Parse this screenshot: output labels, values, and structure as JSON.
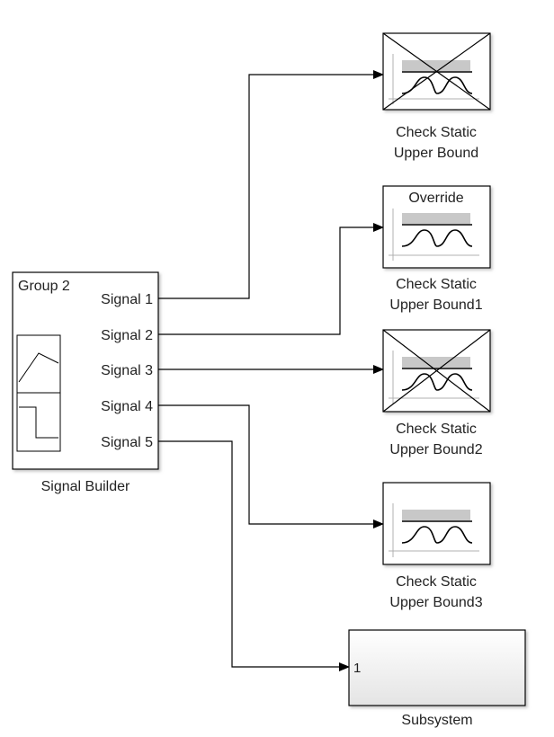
{
  "signal_builder": {
    "group_label": "Group 2",
    "ports": [
      "Signal 1",
      "Signal 2",
      "Signal 3",
      "Signal 4",
      "Signal 5"
    ],
    "name": "Signal Builder"
  },
  "check_blocks": [
    {
      "name_line1": "Check Static",
      "name_line2": "Upper Bound",
      "state": "disabled",
      "header": ""
    },
    {
      "name_line1": "Check Static",
      "name_line2": "Upper Bound1",
      "state": "override",
      "header": "Override"
    },
    {
      "name_line1": "Check Static",
      "name_line2": "Upper Bound2",
      "state": "disabled",
      "header": ""
    },
    {
      "name_line1": "Check Static",
      "name_line2": "Upper Bound3",
      "state": "normal",
      "header": ""
    }
  ],
  "subsystem": {
    "name": "Subsystem",
    "input_port_label": "1"
  }
}
